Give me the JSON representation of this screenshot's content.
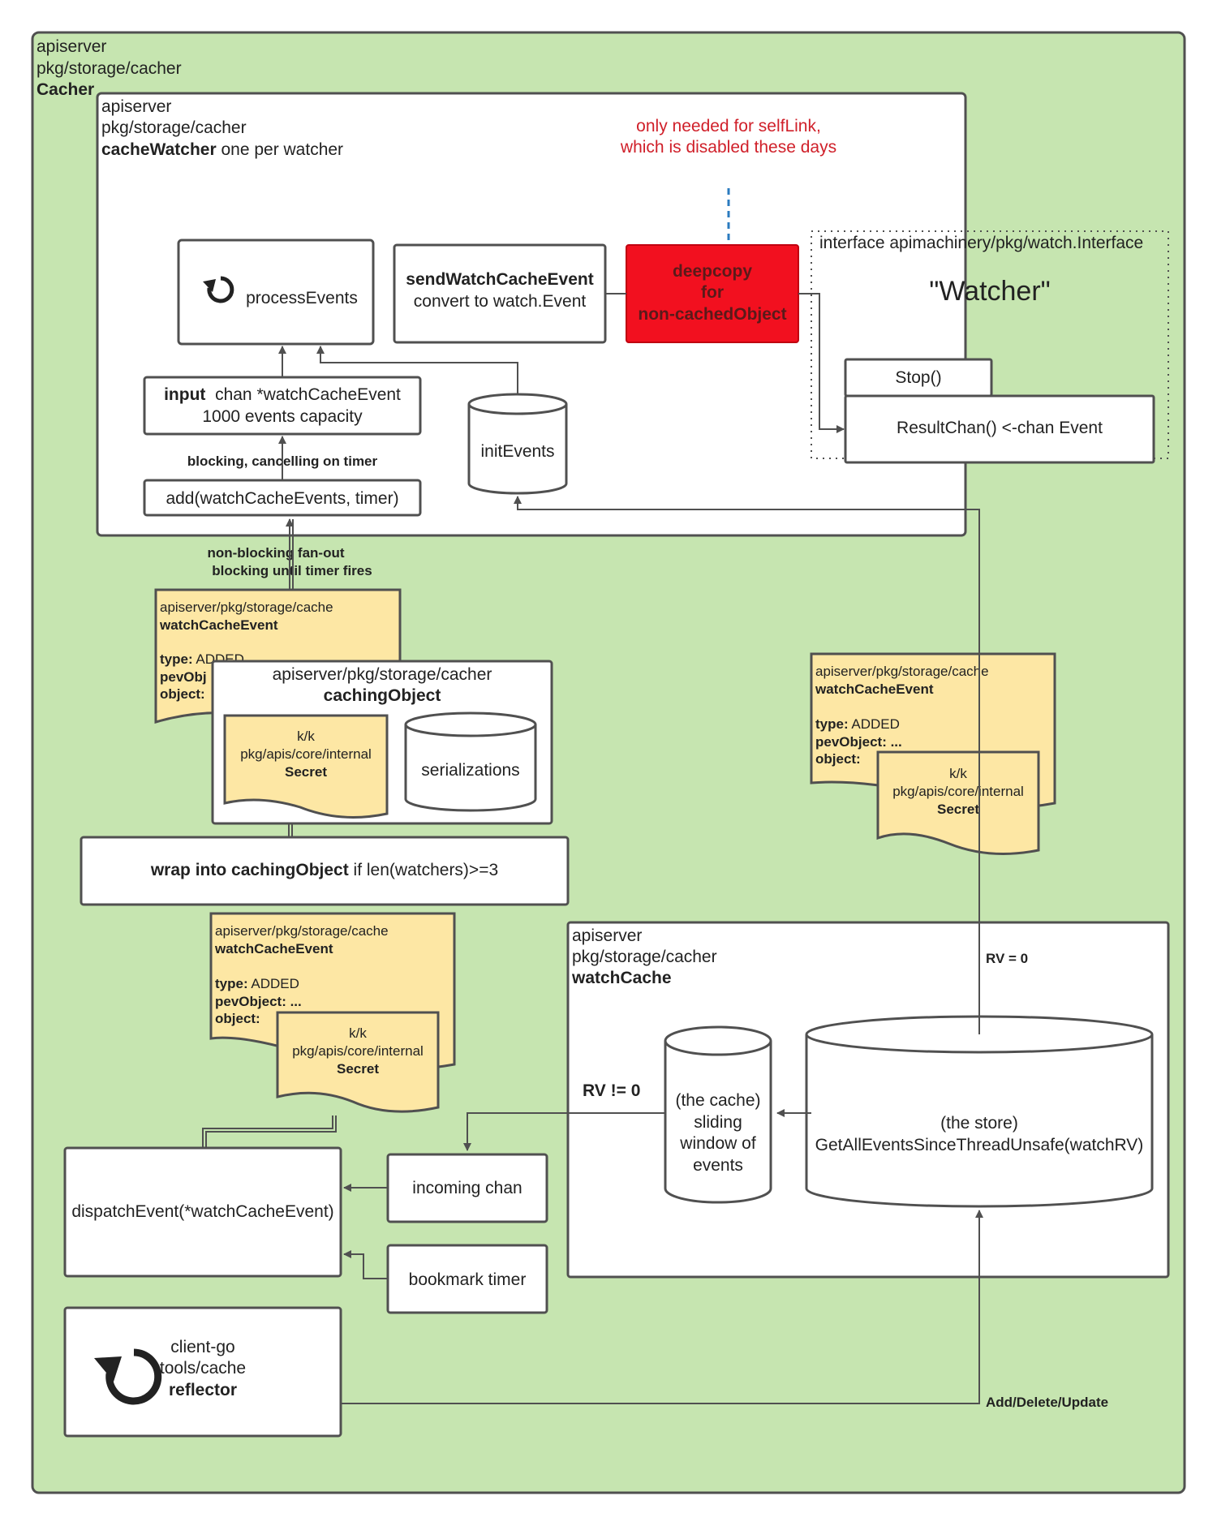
{
  "colors": {
    "outer_fill": "#c6e5b0",
    "note_fill": "#fde7a4",
    "deepcopy_fill": "#f2101f",
    "red_text": "#d0202a",
    "line": "#505050",
    "dash": "#2b7bbf"
  },
  "cacher": {
    "line1": "apiserver",
    "line2": "pkg/storage/cacher",
    "name": "Cacher"
  },
  "cache_watcher": {
    "line1": "apiserver",
    "line2": "pkg/storage/cacher",
    "name": "cacheWatcher",
    "suffix": " one per watcher"
  },
  "note_red": {
    "line1": "only needed for selfLink,",
    "line2": "which is disabled these days"
  },
  "process_events": {
    "icon": "refresh-icon",
    "label": "processEvents"
  },
  "send_event": {
    "title": "sendWatchCacheEvent",
    "sub": "convert to watch.Event"
  },
  "deepcopy": {
    "line1": "deepcopy",
    "line2": "for",
    "line3": "non-cachedObject"
  },
  "watcher_iface": {
    "interface_label": "interface apimachinery/pkg/watch.Interface",
    "title": "\"Watcher\"",
    "stop": "Stop()",
    "result_chan": "ResultChan() <-chan Event"
  },
  "input_chan": {
    "bold": "input",
    "rest": "  chan *watchCacheEvent",
    "capacity": "1000 events capacity"
  },
  "init_events": "initEvents",
  "blocking_label": "blocking, cancelling on timer",
  "add_fn": "add(watchCacheEvents, timer)",
  "fanout": {
    "line1": "non-blocking fan-out",
    "line2": "blocking until timer fires"
  },
  "event_note_top": {
    "pkg": "apiserver/pkg/storage/cache",
    "name": "watchCacheEvent",
    "type_key": "type:",
    "type_val": " ADDED",
    "pev_key": "pevObj",
    "obj_key": "object:",
    "truncated": "ADDED"
  },
  "caching_object": {
    "pkg": "apiserver/pkg/storage/cacher",
    "name": "cachingObject",
    "serializations": "serializations"
  },
  "secret": {
    "line1": "k/k",
    "line2": "pkg/apis/core/internal",
    "name": "Secret"
  },
  "wrap": {
    "bold": "wrap into cachingObject",
    "rest": " if len(watchers)>=3"
  },
  "event_note": {
    "pkg": "apiserver/pkg/storage/cache",
    "name": "watchCacheEvent",
    "type_key": "type:",
    "type_val": " ADDED",
    "pev": "pevObject: ...",
    "obj_key": "object:"
  },
  "watch_cache": {
    "line1": "apiserver",
    "line2": "pkg/storage/cacher",
    "name": "watchCache"
  },
  "the_cache": {
    "line1": "(the cache)",
    "line2": "sliding",
    "line3": "window of",
    "line4": "events"
  },
  "the_store": {
    "line1": "(the store)",
    "line2": "GetAllEventsSinceThreadUnsafe(watchRV)"
  },
  "rv_zero": "RV = 0",
  "rv_nonzero": "RV != 0",
  "dispatch": "dispatchEvent(*watchCacheEvent)",
  "incoming_chan": "incoming chan",
  "bookmark_timer": "bookmark timer",
  "reflector": {
    "icon": "refresh-icon",
    "line1": "client-go",
    "line2": "tools/cache",
    "name": "reflector"
  },
  "add_delete_update": "Add/Delete/Update"
}
